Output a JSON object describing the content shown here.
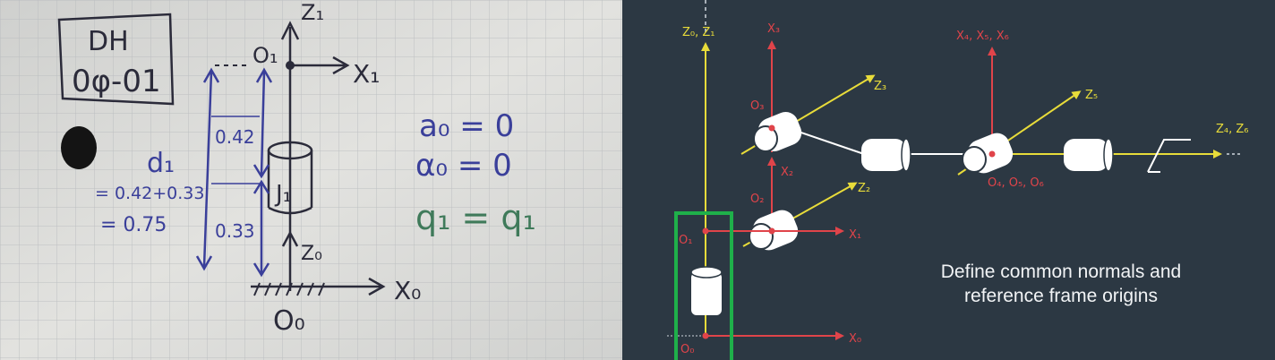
{
  "left": {
    "box_title_1": "DH",
    "box_title_2": "0φ-01",
    "frame_z1": "Z₁",
    "frame_x1": "X₁",
    "origin_o1": "O₁",
    "frame_z0": "Z₀",
    "frame_x0": "X₀",
    "origin_o0": "O₀",
    "joint": "J₁",
    "dim_upper": "0.42",
    "dim_lower": "0.33",
    "d_label": "d₁",
    "d_eq1": "= 0.42+0.33",
    "d_eq2": "= 0.75",
    "eq_a0": "a₀ = 0",
    "eq_alpha0": "α₀ = 0",
    "eq_q1": "q₁ = q₁",
    "colors": {
      "paper": "#d9d9d6",
      "grid": "#b9bcbf",
      "ink_blue": "#3a3f9a",
      "ink_dark": "#2b2b3a",
      "ink_green": "#3f7a5a"
    }
  },
  "right": {
    "labels": {
      "z0z1": "Z₀, Z₁",
      "x3": "X₃",
      "x456": "X₄, X₅, X₆",
      "z3": "Z₃",
      "z5": "Z₅",
      "z4z6": "Z₄, Z₆",
      "o3": "O₃",
      "x2": "X₂",
      "z2": "Z₂",
      "o2": "O₂",
      "o1": "O₁",
      "x1": "X₁",
      "o456": "O₄, O₅, O₆",
      "o0": "O₀",
      "x0": "X₀"
    },
    "caption_line1": "Define common normals and",
    "caption_line2": "reference frame origins",
    "colors": {
      "background": "#2c3843",
      "z_axis": "#e8dc3a",
      "x_axis": "#e0444a",
      "joint": "#ffffff",
      "highlight": "#1fb04a"
    }
  }
}
